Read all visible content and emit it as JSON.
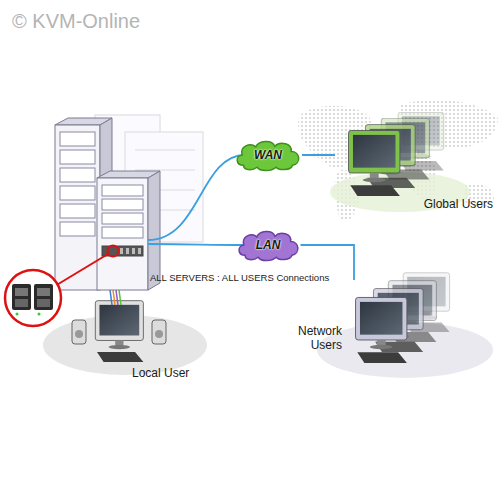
{
  "diagram": {
    "nodes": [
      {
        "text": [
          "WAN"
        ]
      },
      {
        "text": [
          "LAN"
        ]
      },
      {
        "text": [
          "Global Users"
        ]
      },
      {
        "text": [
          "Network Users"
        ]
      },
      {
        "text": [
          "Local User"
        ]
      }
    ],
    "edges": [
      {
        "from": 0,
        "to": 2,
        "arrow": "none"
      },
      {
        "from": 1,
        "to": 3,
        "arrow": "none"
      }
    ],
    "labels": [
      "© KVM-Online",
      "ALL SERVERS : ALL USERS Connections"
    ]
  }
}
